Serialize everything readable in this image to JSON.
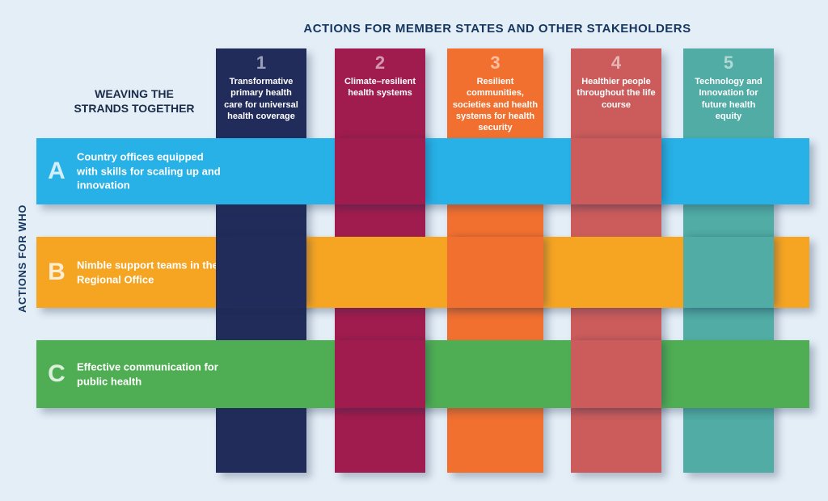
{
  "header": {
    "title": "ACTIONS FOR MEMBER STATES AND OTHER STAKEHOLDERS"
  },
  "left_labels": {
    "weaving_label": "WEAVING THE STRANDS TOGETHER",
    "axis_label": "ACTIONS FOR WHO"
  },
  "columns": [
    {
      "number": "1",
      "label": "Transformative primary health care for universal health coverage",
      "color": "#212c5b"
    },
    {
      "number": "2",
      "label": "Climate–resilient health systems",
      "color": "#a11c4e"
    },
    {
      "number": "3",
      "label": "Resilient communities, societies and health systems for health security",
      "color": "#f2702f"
    },
    {
      "number": "4",
      "label": "Healthier people throughout the life course",
      "color": "#cb5c5b"
    },
    {
      "number": "5",
      "label": "Technology and Innovation for future health equity",
      "color": "#50aca4"
    }
  ],
  "rows": [
    {
      "letter": "A",
      "label": "Country offices equipped with skills for scaling up and innovation",
      "color": "#27b1e6"
    },
    {
      "letter": "B",
      "label": "Nimble support teams in the Regional Office",
      "color": "#f6a522"
    },
    {
      "letter": "C",
      "label": "Effective communication for public health",
      "color": "#4fae53"
    }
  ],
  "colors": {
    "background": "#e4eef7",
    "title_text": "#16365f"
  }
}
